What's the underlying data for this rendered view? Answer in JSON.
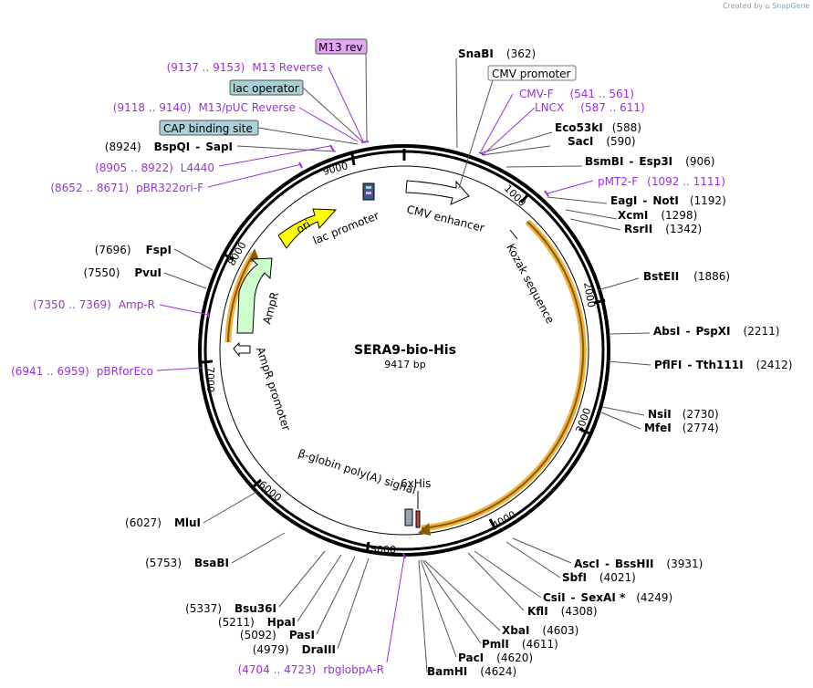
{
  "credit": {
    "prefix": "Created by",
    "brand": "SnapGene"
  },
  "plasmid": {
    "name": "SERA9-bio-His",
    "length_label": "9417 bp"
  },
  "ticks": [
    "1000",
    "2000",
    "3000",
    "4000",
    "5000",
    "6000",
    "7000",
    "8000",
    "9000"
  ],
  "enzymes": [
    {
      "name": "SnaBI",
      "pos": "(362)"
    },
    {
      "name": "Eco53kI",
      "pos": "(588)"
    },
    {
      "name": "SacI",
      "pos": "(590)"
    },
    {
      "name": "BsmBI",
      "name2": "Esp3I",
      "pos": "(906)"
    },
    {
      "name": "EagI",
      "name2": "NotI",
      "pos": "(1192)"
    },
    {
      "name": "XcmI",
      "pos": "(1298)"
    },
    {
      "name": "RsrII",
      "pos": "(1342)"
    },
    {
      "name": "BstEII",
      "pos": "(1886)"
    },
    {
      "name": "AbsI",
      "name2": "PspXI",
      "pos": "(2211)"
    },
    {
      "name": "PflFI",
      "name2": "Tth111I",
      "pos": "(2412)"
    },
    {
      "name": "NsiI",
      "pos": "(2730)"
    },
    {
      "name": "MfeI",
      "pos": "(2774)"
    },
    {
      "name": "AscI",
      "name2": "BssHII",
      "pos": "(3931)"
    },
    {
      "name": "SbfI",
      "pos": "(4021)"
    },
    {
      "name": "CsiI",
      "name2": "SexAI *",
      "pos": "(4249)"
    },
    {
      "name": "KflI",
      "pos": "(4308)"
    },
    {
      "name": "XbaI",
      "pos": "(4603)"
    },
    {
      "name": "PmlI",
      "pos": "(4611)"
    },
    {
      "name": "PacI",
      "pos": "(4620)"
    },
    {
      "name": "BamHI",
      "pos": "(4624)"
    },
    {
      "name": "DraIII",
      "pos": "(4979)"
    },
    {
      "name": "PasI",
      "pos": "(5092)"
    },
    {
      "name": "HpaI",
      "pos": "(5211)"
    },
    {
      "name": "Bsu36I",
      "pos": "(5337)"
    },
    {
      "name": "BsaBI",
      "pos": "(5753)"
    },
    {
      "name": "MluI",
      "pos": "(6027)"
    },
    {
      "name": "PvuI",
      "pos": "(7550)"
    },
    {
      "name": "FspI",
      "pos": "(7696)"
    },
    {
      "name": "BspQI",
      "name2": "SapI",
      "pos": "(8924)"
    }
  ],
  "primers": [
    {
      "name": "M13 Reverse",
      "range": "(9137 .. 9153)"
    },
    {
      "name": "M13/pUC Reverse",
      "range": "(9118 .. 9140)"
    },
    {
      "name": "L4440",
      "range": "(8905 .. 8922)"
    },
    {
      "name": "pBR322ori-F",
      "range": "(8652 .. 8671)"
    },
    {
      "name": "CMV-F",
      "range": "(541 .. 561)"
    },
    {
      "name": "LNCX",
      "range": "(587 .. 611)"
    },
    {
      "name": "pMT2-F",
      "range": "(1092 .. 1111)"
    },
    {
      "name": "Amp-R",
      "range": "(7350 .. 7369)"
    },
    {
      "name": "pBRforEco",
      "range": "(6941 .. 6959)"
    },
    {
      "name": "rbglobpA-R",
      "range": "(4704 .. 4723)"
    }
  ],
  "boxed_features": [
    {
      "label": "M13 rev",
      "fill": "#e3a6f2"
    },
    {
      "label": "lac operator",
      "fill": "#a9cfd8"
    },
    {
      "label": "CAP binding site",
      "fill": "#a9cfd8"
    },
    {
      "label": "CMV promoter",
      "fill": "#ffffff"
    }
  ],
  "features": [
    {
      "label": "CMV enhancer"
    },
    {
      "label": "Kozak sequence"
    },
    {
      "label": "6xHis"
    },
    {
      "label": "β-globin poly(A) signal"
    },
    {
      "label": "AmpR promoter"
    },
    {
      "label": "AmpR"
    },
    {
      "label": "ori"
    },
    {
      "label": "lac promoter"
    }
  ],
  "colors": {
    "backbone": "#000000",
    "primer": "#9b30d9",
    "orf_outline": "#f0b23a",
    "ori": "#ffff00",
    "ampr": "#ccffcc"
  }
}
